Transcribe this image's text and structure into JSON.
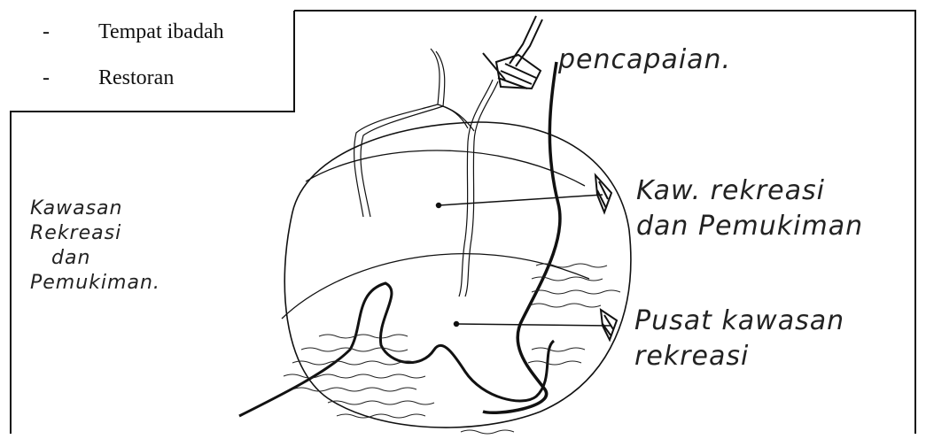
{
  "list": {
    "items": [
      {
        "bullet": "-",
        "text": "Tempat ibadah"
      },
      {
        "bullet": "-",
        "text": "Restoran"
      }
    ]
  },
  "labels": {
    "left_note": [
      "Kawasan",
      "Rekreasi",
      "dan",
      "Pemukiman."
    ],
    "pencapaian": "pencapaian.",
    "kawasan_rekreasi": [
      "Kaw. rekreasi",
      "dan Pemukiman"
    ],
    "pusat": [
      "Pusat kawasan",
      "rekreasi"
    ]
  },
  "colors": {
    "ink": "#111111",
    "paper": "#ffffff"
  }
}
